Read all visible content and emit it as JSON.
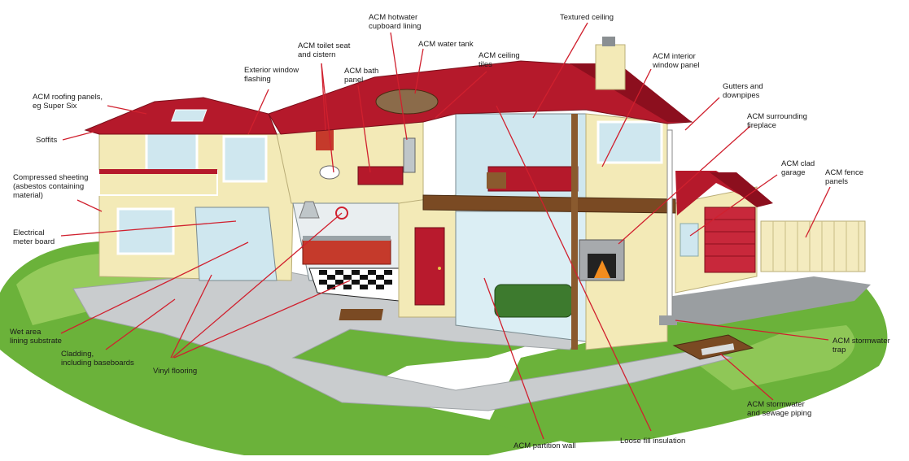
{
  "colors": {
    "roof": "#b5192b",
    "roof_dark": "#8c0f1e",
    "wall": "#f3eab7",
    "wall_shade": "#e3d59a",
    "lawn": "#6bb23a",
    "lawn_light": "#a6d66a",
    "path": "#c9ccce",
    "leader": "#d0202e",
    "garage_door": "#c8283b",
    "door": "#b81a2d",
    "fence": "#f4ebbf",
    "sofa": "#3d7a2e",
    "kitchen": "#c53a2b",
    "interior": "#cfe7ef"
  },
  "labels": {
    "roofing_panels": "ACM roofing panels,\neg Super Six",
    "soffits": "Soffits",
    "compressed_sheeting": "Compressed sheeting\n(asbestos containing\nmaterial)",
    "electrical_meter": "Electrical\nmeter board",
    "wet_area": "Wet area\nlining substrate",
    "cladding": "Cladding,\nincluding baseboards",
    "vinyl_flooring": "Vinyl flooring",
    "exterior_flashing": "Exterior window\nflashing",
    "toilet_cistern": "ACM toilet seat\nand cistern",
    "bath_panel": "ACM bath\npanel",
    "hotwater_lining": "ACM hotwater\ncupboard lining",
    "water_tank": "ACM water tank",
    "ceiling_tiles": "ACM ceiling\ntiles",
    "textured_ceiling": "Textured ceiling",
    "interior_window_panel": "ACM interior\nwindow panel",
    "gutters": "Gutters and\ndownpipes",
    "surrounding_fireplace": "ACM surrounding\nfireplace",
    "clad_garage": "ACM clad\ngarage",
    "fence_panels": "ACM fence\npanels",
    "stormwater_trap": "ACM stormwater\ntrap",
    "stormwater_piping": "ACM stormwater\nand sewage piping",
    "partition_wall": "ACM partition wall",
    "loose_fill": "Loose fill insulation"
  }
}
